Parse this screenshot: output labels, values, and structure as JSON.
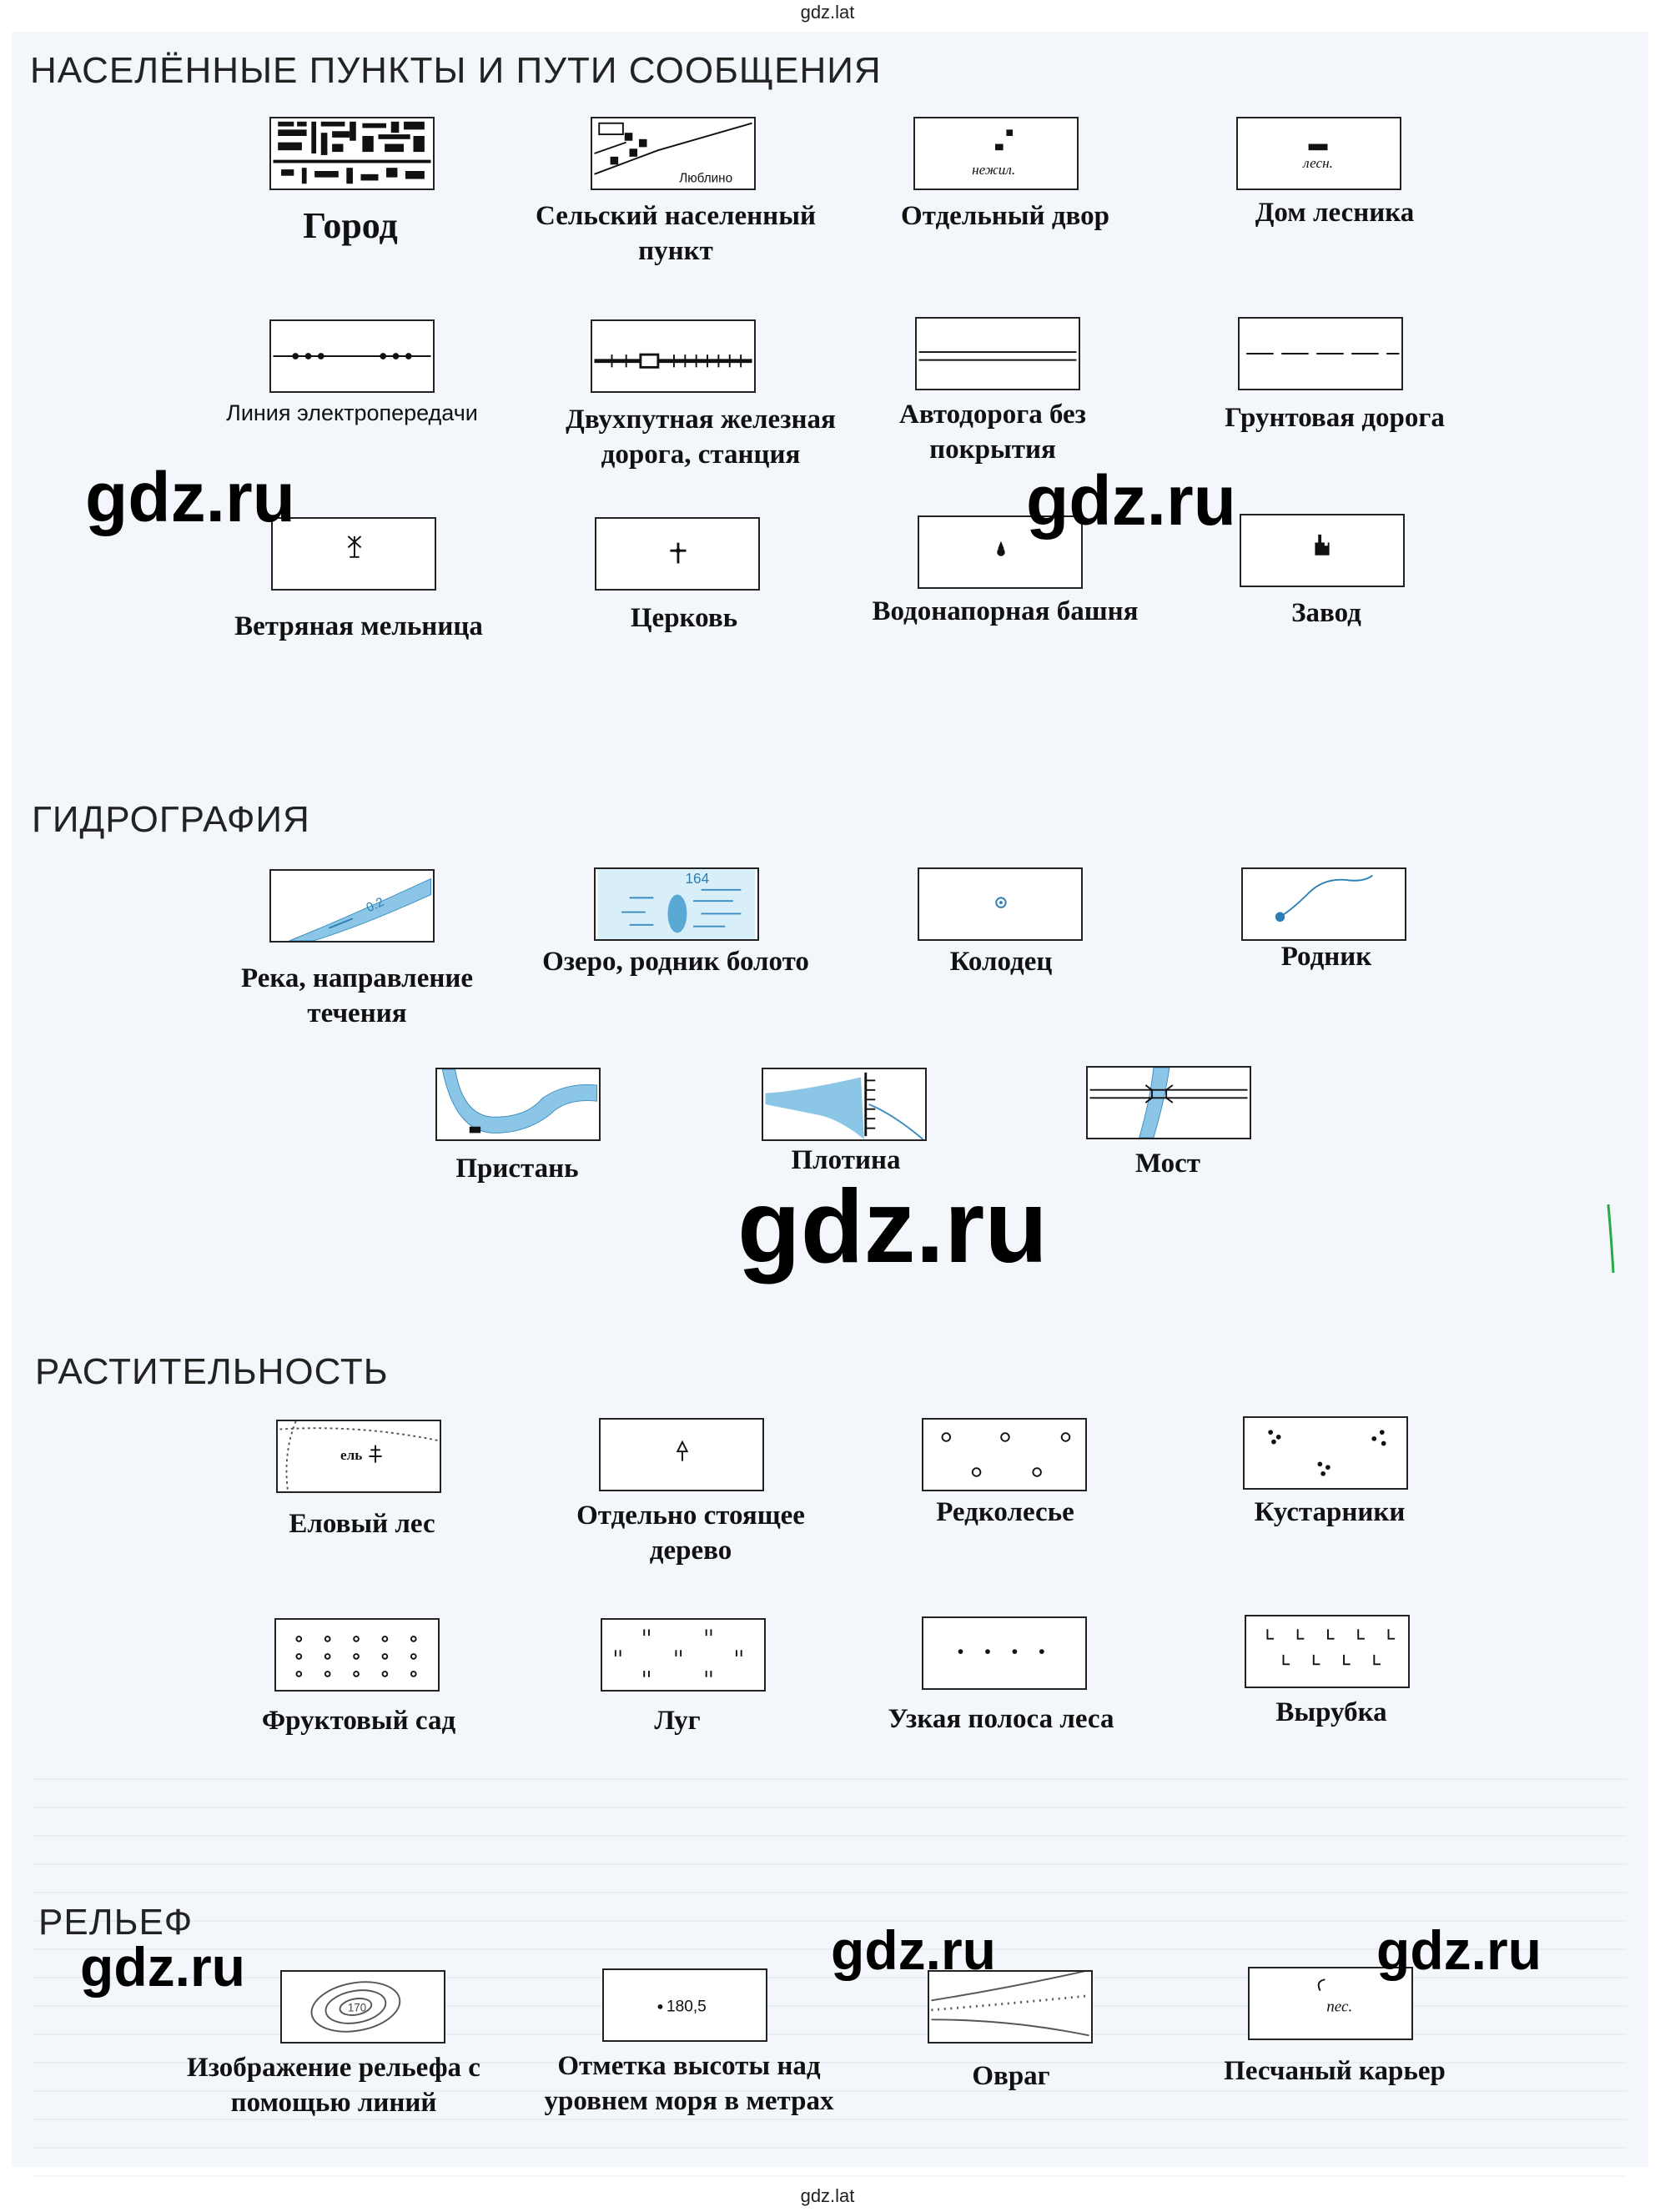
{
  "site_label": "gdz.lat",
  "watermark": "gdz.ru",
  "sections": {
    "settlements": {
      "title": "НАСЕЛЁННЫЕ ПУНКТЫ И ПУТИ СООБЩЕНИЯ",
      "items": [
        {
          "label": "Город",
          "icon": "city-map-icon"
        },
        {
          "label": "Сельский населенный пункт",
          "inner_text": "Люблино",
          "icon": "village-icon"
        },
        {
          "label": "Отдельный двор",
          "inner_text": "нежил.",
          "icon": "farmstead-icon"
        },
        {
          "label": "Дом лесника",
          "inner_text": "лесн.",
          "icon": "forester-house-icon"
        },
        {
          "label": "Линия электропередачи",
          "icon": "power-line-icon"
        },
        {
          "label": "Двухпутная железная дорога, станция",
          "icon": "railway-icon"
        },
        {
          "label": "Автодорога без покрытия",
          "icon": "unpaved-road-icon"
        },
        {
          "label": "Грунтовая дорога",
          "icon": "dirt-road-icon"
        },
        {
          "label": "Ветряная мельница",
          "icon": "windmill-icon"
        },
        {
          "label": "Церковь",
          "icon": "church-icon"
        },
        {
          "label": "Водонапорная башня",
          "icon": "water-tower-icon"
        },
        {
          "label": "Завод",
          "icon": "factory-icon"
        }
      ]
    },
    "hydrography": {
      "title": "ГИДРОГРАФИЯ",
      "items": [
        {
          "label": "Река, направление течения",
          "inner_text": "0.2",
          "icon": "river-icon"
        },
        {
          "label": "Озеро, родник болото",
          "inner_text": "164",
          "icon": "lake-icon"
        },
        {
          "label": "Колодец",
          "icon": "well-icon"
        },
        {
          "label": "Родник",
          "icon": "spring-icon"
        },
        {
          "label": "Пристань",
          "icon": "pier-icon"
        },
        {
          "label": "Плотина",
          "icon": "dam-icon"
        },
        {
          "label": "Мост",
          "icon": "bridge-icon"
        }
      ]
    },
    "vegetation": {
      "title": "РАСТИТЕЛЬНОСТЬ",
      "items": [
        {
          "label": "Еловый лес",
          "inner_text": "ель",
          "icon": "spruce-forest-icon"
        },
        {
          "label": "Отдельно стоящее дерево",
          "icon": "single-tree-icon"
        },
        {
          "label": "Редколесье",
          "icon": "sparse-forest-icon"
        },
        {
          "label": "Кустарники",
          "icon": "shrubs-icon"
        },
        {
          "label": "Фруктовый сад",
          "icon": "orchard-icon"
        },
        {
          "label": "Луг",
          "icon": "meadow-icon"
        },
        {
          "label": "Узкая полоса леса",
          "icon": "forest-strip-icon"
        },
        {
          "label": "Вырубка",
          "icon": "clearing-icon"
        }
      ]
    },
    "relief": {
      "title": "РЕЛЬЕФ",
      "items": [
        {
          "label": "Изображение рельефа с помощью линий",
          "inner_text": "170",
          "icon": "contour-lines-icon"
        },
        {
          "label": "Отметка высоты над уровнем моря в метрах",
          "inner_text": "180,5",
          "icon": "spot-height-icon"
        },
        {
          "label": "Овраг",
          "icon": "ravine-icon"
        },
        {
          "label": "Песчаный карьер",
          "inner_text": "пес.",
          "icon": "sand-pit-icon"
        }
      ]
    }
  }
}
